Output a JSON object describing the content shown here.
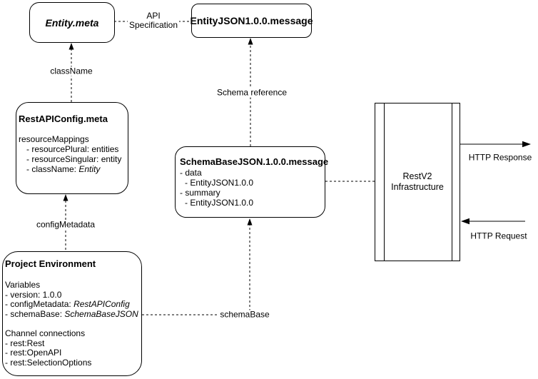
{
  "diagram": {
    "entityMeta": {
      "title": "Entity.meta"
    },
    "entityJson": {
      "title": "EntityJSON1.0.0.message"
    },
    "restApiConfig": {
      "title": "RestAPIConfig.meta",
      "group": "resourceMappings",
      "item1": "- resourcePlural: entities",
      "item2": "- resourceSingular: entity",
      "item3Prefix": "- className: ",
      "item3Italic": "Entity"
    },
    "schemaBaseMsg": {
      "title": "SchemaBaseJSON.1.0.0.message",
      "item1": "- data",
      "item2": "- EntityJSON1.0.0",
      "item3": "- summary",
      "item4": "- EntityJSON1.0.0"
    },
    "projectEnv": {
      "title": "Project Environment",
      "varsHeader": "Variables",
      "var1": "- version: 1.0.0",
      "var2Prefix": "- configMetadata: ",
      "var2Italic": "RestAPIConfig",
      "var3Prefix": "- schemaBase: ",
      "var3Italic": "SchemaBaseJSON",
      "chanHeader": "Channel connections",
      "chan1": "- rest:Rest",
      "chan2": "- rest:OpenAPI",
      "chan3": "- rest:SelectionOptions"
    },
    "restV2": {
      "line1": "RestV2",
      "line2": "Infrastructure"
    },
    "labels": {
      "apiSpecLine1": "API",
      "apiSpecLine2": "Specification",
      "className": "className",
      "schemaReference": "Schema reference",
      "configMetadata": "configMetadata",
      "schemaBase": "schemaBase",
      "httpResponse": "HTTP Response",
      "httpRequest": "HTTP Request"
    },
    "colors": {
      "stroke": "#000000",
      "background": "#ffffff"
    }
  }
}
